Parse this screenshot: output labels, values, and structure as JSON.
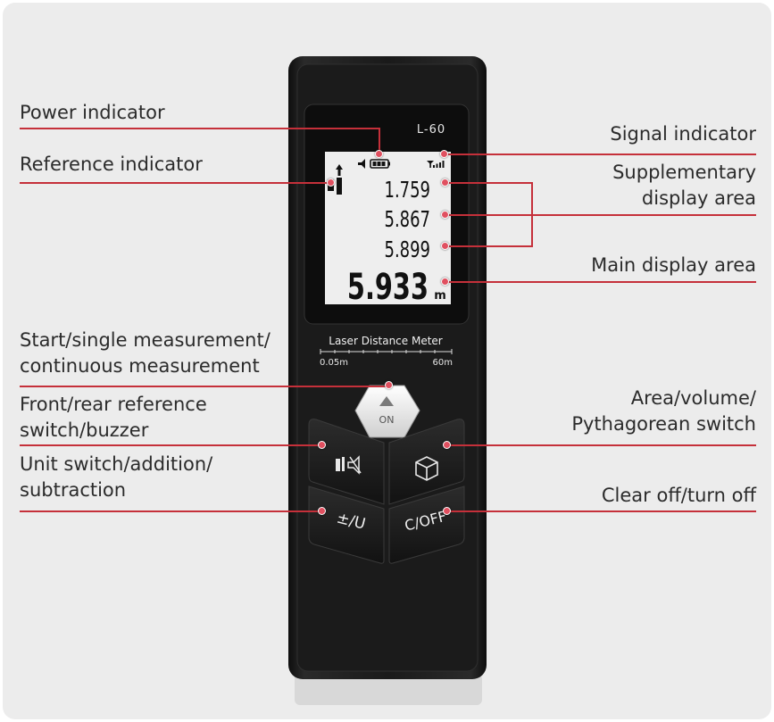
{
  "device": {
    "model": "L-60",
    "readings": [
      "1.759",
      "5.867",
      "5.899"
    ],
    "main_reading": "5.933",
    "unit": "m",
    "title": "Laser Distance Meter",
    "range_min": "0.05m",
    "range_max": "60m",
    "buttons": {
      "on_label": "ON",
      "unit_label": "±/U",
      "clear_label": "C/OFF"
    }
  },
  "callouts": {
    "power_indicator": "Power indicator",
    "reference_indicator": "Reference indicator",
    "signal_indicator": "Signal indicator",
    "supplementary_line1": "Supplementary",
    "supplementary_line2": "display area",
    "main_display": "Main display area",
    "start_line1": "Start/single measurement/",
    "start_line2": "continuous measurement",
    "front_rear_line1": "Front/rear reference",
    "front_rear_line2": "switch/buzzer",
    "unit_switch_line1": "Unit switch/addition/",
    "unit_switch_line2": "subtraction",
    "area_line1": "Area/volume/",
    "area_line2": "Pythagorean switch",
    "clear_off": "Clear off/turn off"
  },
  "colors": {
    "leader_line": "#c5303a",
    "body": "#1c1c1c",
    "screen": "#eeeeee"
  }
}
